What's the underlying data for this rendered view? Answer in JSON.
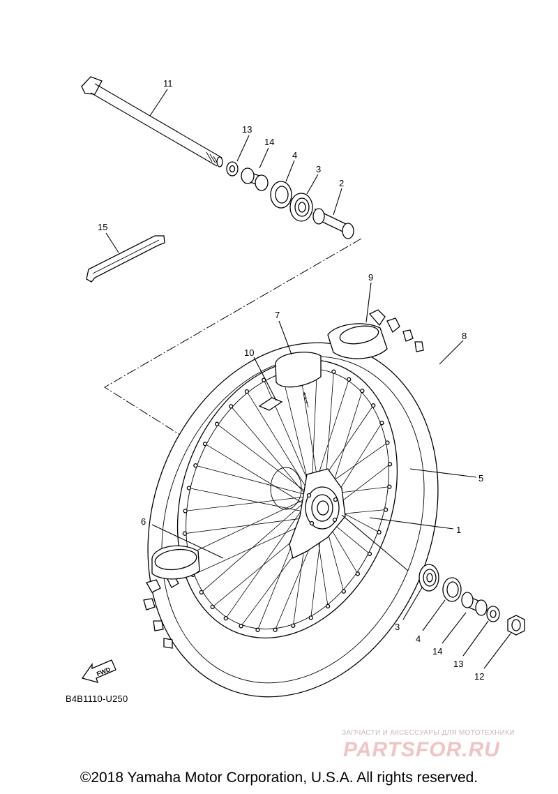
{
  "diagram": {
    "callouts": {
      "c1": "1",
      "c2": "2",
      "c3a": "3",
      "c3b": "3",
      "c4a": "4",
      "c4b": "4",
      "c5": "5",
      "c6": "6",
      "c7": "7",
      "c8": "8",
      "c9": "9",
      "c10": "10",
      "c11": "11",
      "c12": "12",
      "c13a": "13",
      "c13b": "13",
      "c14a": "14",
      "c14b": "14",
      "c15": "15"
    },
    "fwd_label": "FWD",
    "diagram_code": "B4B1110-U250"
  },
  "watermark": {
    "subtitle": "ЗАПЧАСТИ И АКСЕССУАРЫ ДЛЯ МОТОТЕХНИКИ",
    "logo": "PARTSFOR.RU"
  },
  "footer": {
    "copyright": "©2018 Yamaha Motor Corporation, U.S.A. All rights reserved."
  },
  "colors": {
    "line": "#000000",
    "background": "#ffffff",
    "watermark": "#f0c4c4"
  }
}
